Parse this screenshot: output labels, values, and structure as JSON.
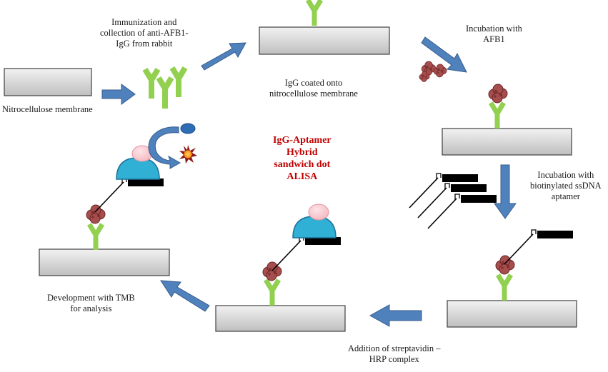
{
  "colors": {
    "membrane_fill_top": "#f2f2f2",
    "membrane_fill_bottom": "#bfbfbf",
    "membrane_stroke": "#404040",
    "antibody": "#92d050",
    "antibody_dark": "#66b32e",
    "arrow_fill": "#4f81bd",
    "arrow_stroke": "#385d8a",
    "afb1": "#a64d4d",
    "afb1_dark": "#6b2626",
    "streptavidin": "#31b0d5",
    "streptavidin_dark": "#1f6e99",
    "hrp": "#f4b8c0",
    "tmb_product": "#ffa020",
    "tmb_spikes": "#8b1a1a",
    "tmb_substrate": "#2e6db4",
    "aptamer": "#000000",
    "title_red": "#c00000"
  },
  "icons": [
    "igg-antibody-icon",
    "afb1-molecule-icon",
    "aptamer-strand-icon",
    "streptavidin-hrp-icon",
    "tmb-substrate-icon",
    "tmb-product-starburst-icon",
    "process-arrow-icon"
  ],
  "labels": {
    "nitrocellulose": "Nitrocellulose membrane",
    "immunization": [
      "Immunization and",
      "collection of  anti-AFB1-",
      "IgG from  rabbit"
    ],
    "igg_coated": [
      "IgG coated onto",
      "nitrocellulose membrane"
    ],
    "incubation_afb1": [
      "Incubation with",
      "AFB1"
    ],
    "incubation_aptamer": [
      "Incubation with",
      "biotinylated ssDNA",
      "aptamer"
    ],
    "addition": [
      "Addition of  streptavidin –",
      "HRP complex"
    ],
    "development": [
      "Development with TMB",
      "for analysis"
    ]
  },
  "title": [
    "IgG-Aptamer",
    "Hybrid",
    "sandwich  dot",
    "ALISA"
  ]
}
